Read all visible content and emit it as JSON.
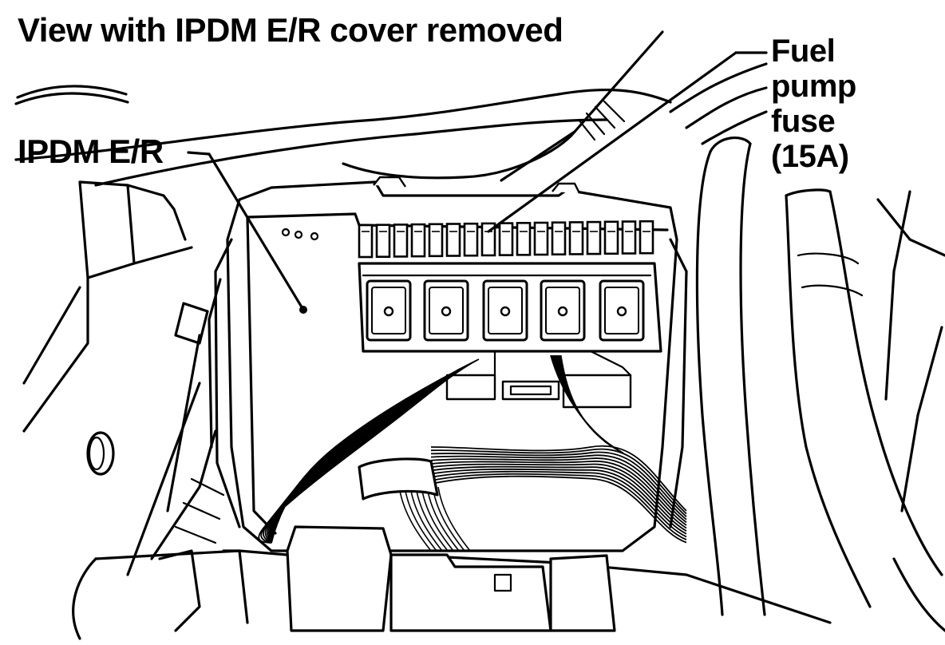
{
  "title": "View with IPDM E/R cover removed",
  "labels": {
    "ipdm": "IPDM E/R",
    "fuse_line1": "Fuel",
    "fuse_line2": "pump",
    "fuse_line3": "fuse",
    "fuse_line4": "(15A)"
  },
  "colors": {
    "ink": "#000000",
    "background": "#ffffff"
  }
}
